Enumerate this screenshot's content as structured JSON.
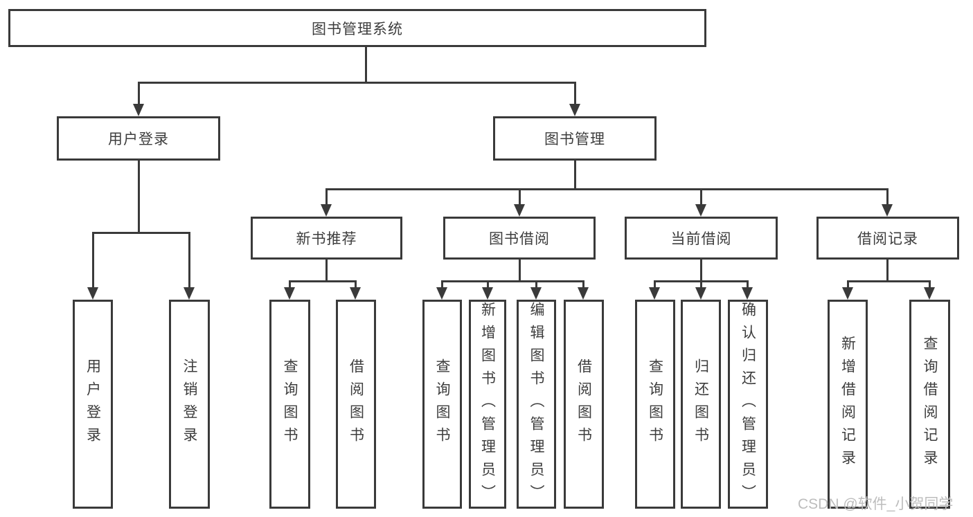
{
  "nodes": {
    "root": {
      "label": "图书管理系统"
    },
    "user_login": {
      "label": "用户登录"
    },
    "book_mgmt": {
      "label": "图书管理"
    },
    "leaf_user_login": {
      "label": "用户登录"
    },
    "leaf_logout": {
      "label": "注销登录"
    },
    "new_book_rec": {
      "label": "新书推荐"
    },
    "book_borrow": {
      "label": "图书借阅"
    },
    "current_borrow": {
      "label": "当前借阅"
    },
    "borrow_records": {
      "label": "借阅记录"
    },
    "nbr_query_books": {
      "label": "查询图书"
    },
    "nbr_borrow_books": {
      "label": "借阅图书"
    },
    "bb_query_books": {
      "label": "查询图书"
    },
    "bb_add_books": {
      "label": "新增图书（管理员）"
    },
    "bb_edit_books": {
      "label": "编辑图书（管理员）"
    },
    "bb_borrow_books": {
      "label": "借阅图书"
    },
    "cb_query_books": {
      "label": "查询图书"
    },
    "cb_return_books": {
      "label": "归还图书"
    },
    "cb_confirm_return": {
      "label": "确认归还（管理员）"
    },
    "br_add_record": {
      "label": "新增借阅记录"
    },
    "br_query_record": {
      "label": "查询借阅记录"
    }
  },
  "watermark": {
    "text": "CSDN @软件_小贺同学"
  },
  "colors": {
    "line": "#3a3a3a",
    "text": "#3d3d3d",
    "watermark": "#bdbdbd",
    "background": "#ffffff"
  }
}
